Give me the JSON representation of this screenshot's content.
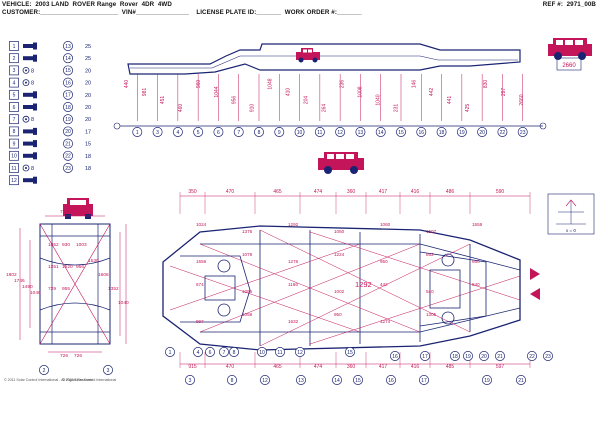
{
  "header": {
    "vehicle_line": "VEHICLE:  2003 LAND  ROVER Range  Rover  4DR  4WD",
    "customer_line": "CUSTOMER:______________________  VIN#_______________    LICENSE PLATE ID:_______  WORK ORDER #:_______",
    "ref_line": "REF #:  2971_00B"
  },
  "legend": [
    {
      "num": "1",
      "shape": "sq",
      "val": "",
      "type": "bolt"
    },
    {
      "num": "2",
      "shape": "sq",
      "val": "",
      "type": "bolt"
    },
    {
      "num": "3",
      "shape": "sq",
      "val": "8",
      "type": "sym"
    },
    {
      "num": "4",
      "shape": "sq",
      "val": "8",
      "type": "sym"
    },
    {
      "num": "5",
      "shape": "sq",
      "val": "",
      "type": "bolt"
    },
    {
      "num": "6",
      "shape": "sq",
      "val": "",
      "type": "bolt"
    },
    {
      "num": "7",
      "shape": "sq",
      "val": "8",
      "type": "sym"
    },
    {
      "num": "8",
      "shape": "sq",
      "val": "",
      "type": "bolt"
    },
    {
      "num": "9",
      "shape": "sq",
      "val": "",
      "type": "bolt"
    },
    {
      "num": "10",
      "shape": "sq",
      "val": "",
      "type": "bolt"
    },
    {
      "num": "11",
      "shape": "sq",
      "val": "8",
      "type": "sym"
    },
    {
      "num": "12",
      "shape": "sq",
      "val": "",
      "type": "bolt"
    },
    {
      "num": "13",
      "shape": "circ",
      "val": "25",
      "type": "plain"
    },
    {
      "num": "14",
      "shape": "circ",
      "val": "25",
      "type": "plain"
    },
    {
      "num": "15",
      "shape": "circ",
      "val": "20",
      "type": "plain"
    },
    {
      "num": "16",
      "shape": "circ",
      "val": "20",
      "type": "plain"
    },
    {
      "num": "17",
      "shape": "circ",
      "val": "20",
      "type": "plain"
    },
    {
      "num": "18",
      "shape": "circ",
      "val": "20",
      "type": "plain"
    },
    {
      "num": "19",
      "shape": "circ",
      "val": "20",
      "type": "plain"
    },
    {
      "num": "20",
      "shape": "circ",
      "val": "17",
      "type": "plain"
    },
    {
      "num": "21",
      "shape": "circ",
      "val": "15",
      "type": "plain"
    },
    {
      "num": "22",
      "shape": "circ",
      "val": "18",
      "type": "plain"
    },
    {
      "num": "23",
      "shape": "circ",
      "val": "18",
      "type": "plain"
    }
  ],
  "side_view": {
    "points": [
      "0",
      "1",
      "3",
      "4",
      "5",
      "6",
      "7",
      "8",
      "9",
      "10",
      "11",
      "12",
      "13",
      "14",
      "15",
      "16",
      "18",
      "19",
      "20",
      "22",
      "23",
      "0"
    ],
    "dims": [
      "440",
      "981",
      "451",
      "460",
      "960",
      "1044",
      "956",
      "910",
      "1048",
      "410",
      "204",
      "264",
      "236",
      "1008",
      "1040",
      "231",
      "146",
      "442",
      "441",
      "425",
      "830",
      "297",
      "2660"
    ],
    "label_2660": "2660",
    "label_204": "204",
    "label_236": "236",
    "label_204b": "204"
  },
  "front_view": {
    "dims": [
      "726",
      "436",
      "1802",
      "1746",
      "1490",
      "1046",
      "1530",
      "1606",
      "1352",
      "1040",
      "1052",
      "930",
      "1003",
      "1251",
      "1520",
      "956",
      "729",
      "955"
    ],
    "bottom_points": [
      "2",
      "3"
    ],
    "bottom_dims": [
      "726",
      "726"
    ]
  },
  "plan_view": {
    "top_dims": [
      "350",
      "470",
      "465",
      "474",
      "360",
      "417",
      "416",
      "486",
      "590"
    ],
    "bottom_dims": [
      "915",
      "470",
      "465",
      "474",
      "360",
      "417",
      "416",
      "485",
      "597"
    ],
    "bottom_points": [
      "3",
      "8",
      "12",
      "13",
      "14",
      "15",
      "16",
      "17",
      "19",
      "21"
    ],
    "row_points": [
      "1",
      "4",
      "6",
      "7",
      "8",
      "10",
      "11",
      "12",
      "15",
      "16",
      "17",
      "18",
      "19",
      "20",
      "21",
      "22",
      "23"
    ],
    "inner_dims": [
      "1024",
      "1376",
      "1292",
      "1060",
      "1060",
      "1507",
      "1558",
      "1556",
      "1079",
      "1276",
      "1224",
      "950",
      "852",
      "660",
      "674",
      "1096",
      "1166",
      "1002",
      "442",
      "540",
      "840",
      "997",
      "1058",
      "1632",
      "950",
      "1274",
      "1305"
    ],
    "angle_label": "x = 0",
    "label_1292": "1292"
  },
  "footer": {
    "copyright_left": "© 2011 Solar Control International - All Rights Reserved",
    "copyright_mid": "© 2011 Solar Control International"
  },
  "colors": {
    "structure": "#1a2472",
    "dimension": "#c4155a",
    "arrow": "#c4155a",
    "text": "#111111"
  }
}
